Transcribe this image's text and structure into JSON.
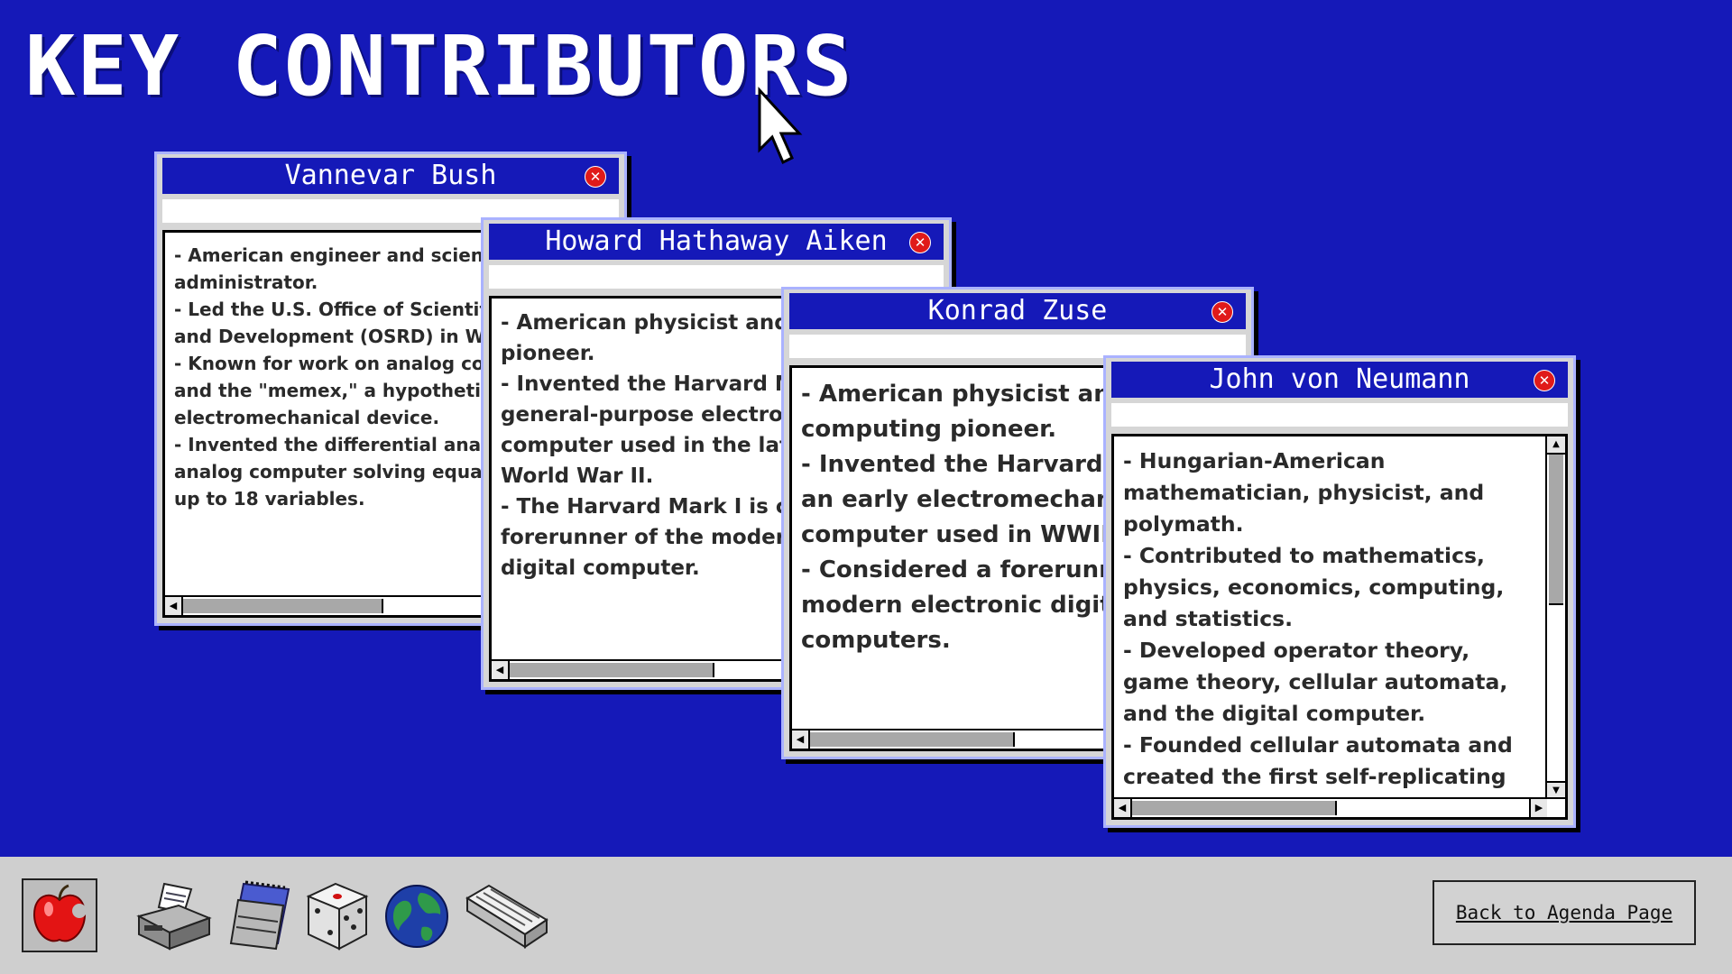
{
  "page": {
    "title": "KEY CONTRIBUTORS"
  },
  "windows": [
    {
      "name": "Vannevar Bush",
      "lines": [
        "- American engineer and science administrator.",
        "- Led the U.S. Office of Scientific Research and Development (OSRD) in World War II.",
        "- Known for work on analog computers and the \"memex,\" a hypothetical electromechanical device.",
        "- Invented the differential analyzer, an analog computer solving equations with up to 18 variables."
      ]
    },
    {
      "name": "Howard Hathaway Aiken",
      "lines": [
        "- American physicist and computing pioneer.",
        "- Invented the Harvard Mark I, a general-purpose electromechanical computer used in the later stages of World War II.",
        "- The Harvard Mark I is considered a forerunner of the modern electronic digital computer."
      ]
    },
    {
      "name": "Konrad Zuse",
      "lines": [
        "- American physicist and computing pioneer.",
        "- Invented the Harvard Mark I, an early electromechanical computer used in WWII.",
        "- Considered a forerunner of modern electronic digital computers."
      ]
    },
    {
      "name": "John von Neumann",
      "lines": [
        "- Hungarian-American mathematician, physicist, and polymath.",
        "- Contributed to mathematics, physics, economics, computing, and statistics.",
        "- Developed operator theory, game theory, cellular automata, and the digital computer.",
        "- Founded cellular automata and created the first self-replicating automata with pencil and paper."
      ]
    }
  ],
  "dock": {
    "icons": [
      "apple-icon",
      "printer-icon",
      "notepad-icon",
      "dice-icon",
      "globe-icon",
      "keyboard-icon"
    ],
    "back_button_label": "Back to Agenda Page"
  },
  "colors": {
    "background": "#1519b8",
    "titlebar": "#1519b8",
    "dock": "#cfcfcf",
    "close": "#e01a1a"
  }
}
